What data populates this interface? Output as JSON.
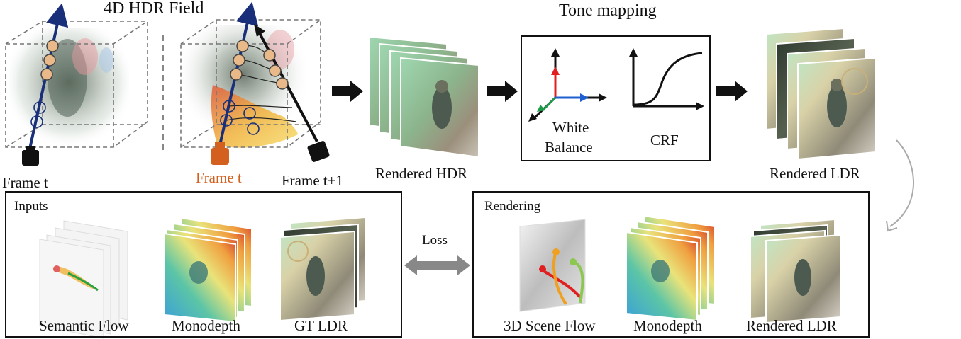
{
  "titles": {
    "field": "4D HDR Field",
    "tone": "Tone mapping"
  },
  "labels": {
    "frame_t_left": "Frame t",
    "frame_t_mid": "Frame t",
    "frame_t1": "Frame t+1",
    "rendered_hdr": "Rendered HDR",
    "white": "White",
    "balance": "Balance",
    "crf": "CRF",
    "rendered_ldr_top": "Rendered LDR",
    "inputs": "Inputs",
    "semantic_flow": "Semantic Flow",
    "monodepth_in": "Monodepth",
    "gt_ldr": "GT LDR",
    "loss": "Loss",
    "rendering": "Rendering",
    "scene_flow": "3D Scene Flow",
    "monodepth_out": "Monodepth",
    "rendered_ldr_bottom": "Rendered LDR"
  },
  "colors": {
    "ray_blue": "#1a2f7a",
    "frame_orange": "#d4601f",
    "sample_fill": "#e9b98a",
    "axis_red": "#e02020",
    "axis_blue": "#1f5fd0",
    "axis_green": "#1e9a4a"
  }
}
